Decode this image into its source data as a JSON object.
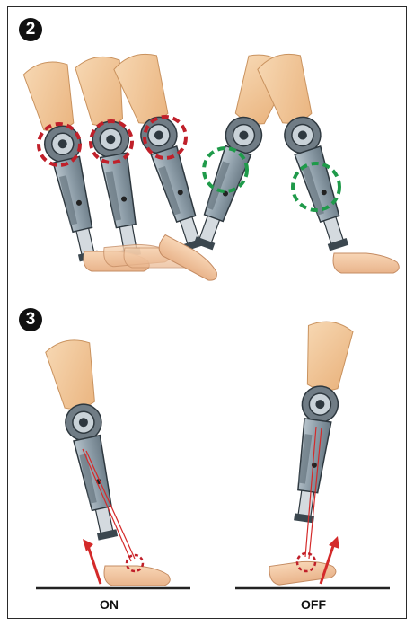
{
  "steps": {
    "step2": "2",
    "step3": "3"
  },
  "labels": {
    "on": "ON",
    "off": "OFF"
  },
  "colors": {
    "frame": "#2a2a2a",
    "socket": "#f2c79a",
    "metal": "#9aa9b4",
    "metal_dark": "#3b474f",
    "foot": "#f4c9a5",
    "red_highlight": "#c0202a",
    "green_highlight": "#1f9a4a",
    "arrow": "#d42a2a",
    "ground": "#222222"
  },
  "icons": [
    "prosthetic-leg-icon",
    "foot-icon",
    "arrow-up-icon"
  ]
}
